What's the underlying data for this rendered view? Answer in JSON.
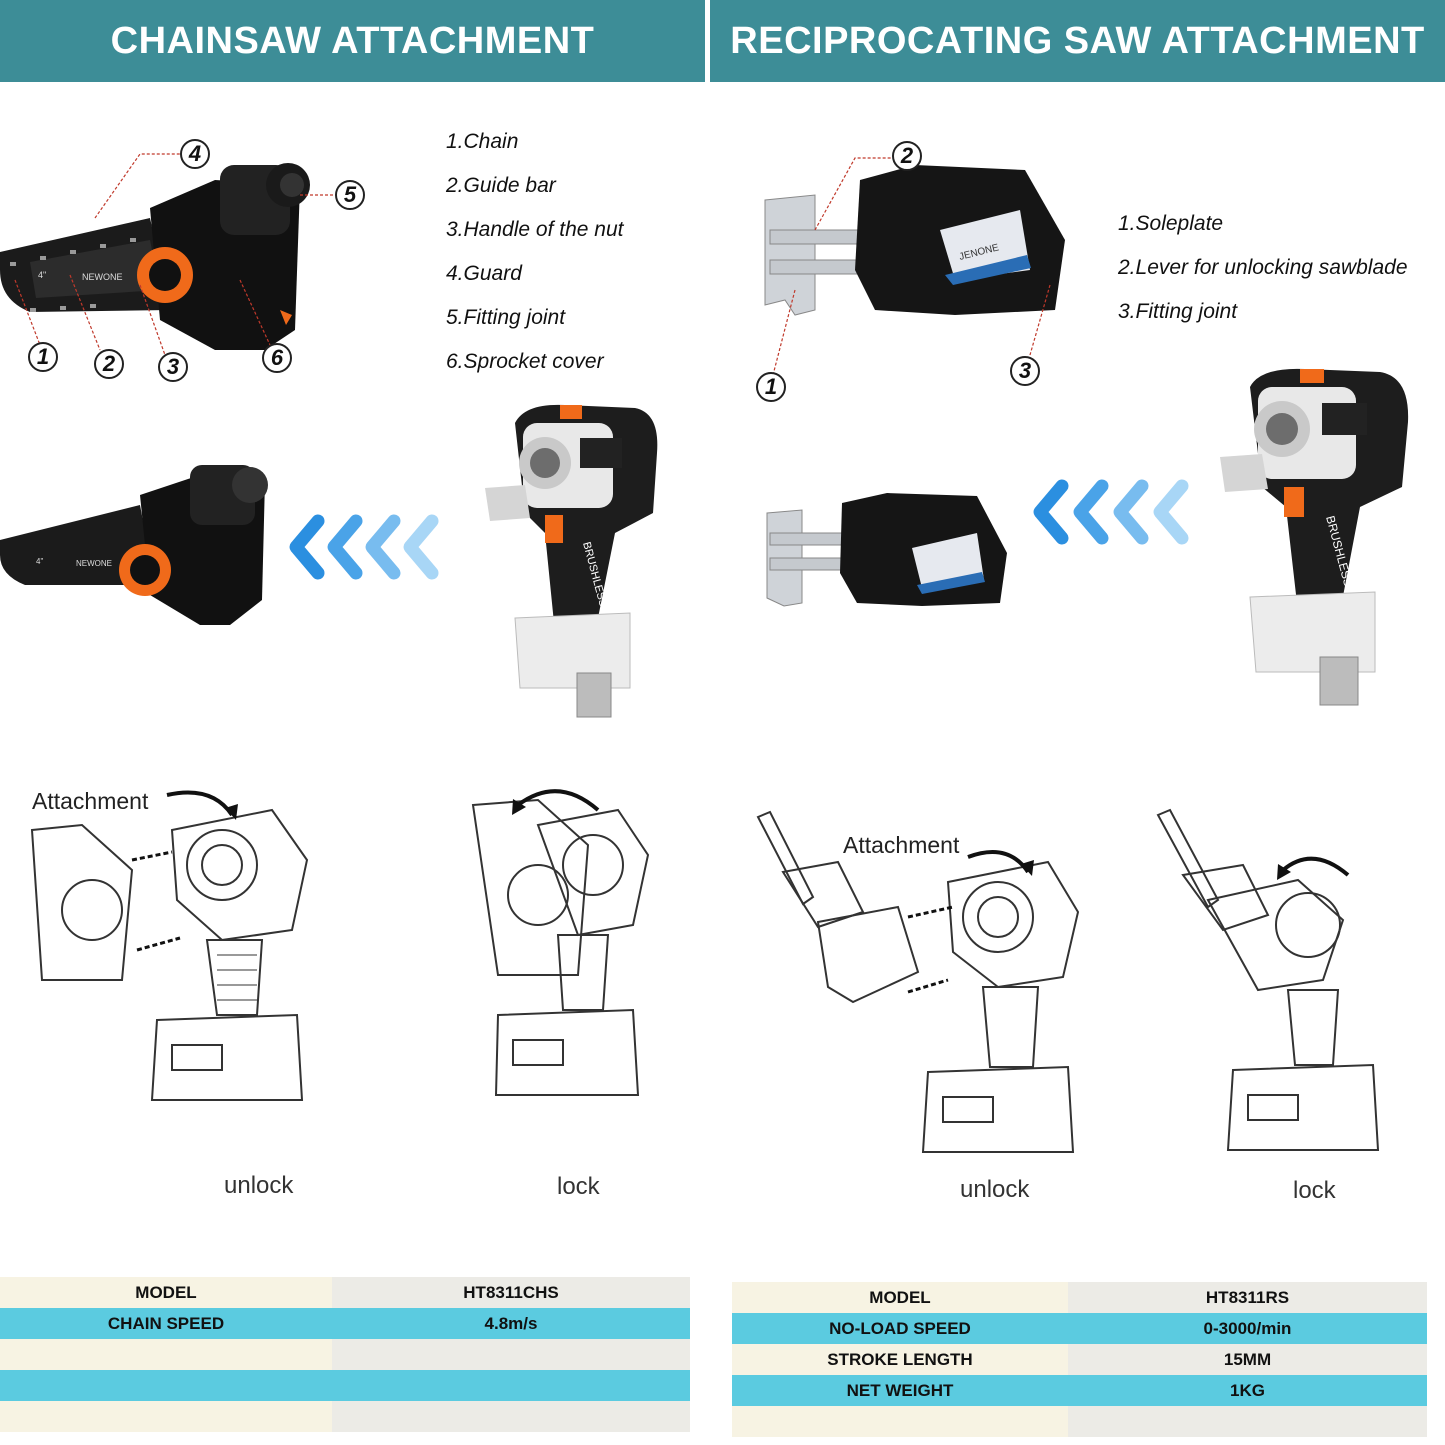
{
  "headers": {
    "left": "CHAINSAW ATTACHMENT",
    "right": "RECIPROCATING SAW ATTACHMENT"
  },
  "chainsaw": {
    "parts": [
      "1.Chain",
      "2.Guide bar",
      "3.Handle of the nut",
      "4.Guard",
      "5.Fitting joint",
      "6.Sprocket cover"
    ],
    "callouts": [
      "1",
      "2",
      "3",
      "4",
      "5",
      "6"
    ],
    "bar_brand": "NEWONE",
    "bar_size": "4\"",
    "body_text": "BRUSHLESS",
    "attachment_label": "Attachment",
    "unlock_label": "unlock",
    "lock_label": "lock"
  },
  "recip": {
    "parts": [
      "1.Soleplate",
      "2.Lever for unlocking sawblade",
      "3.Fitting joint"
    ],
    "callouts": [
      "1",
      "2",
      "3"
    ],
    "body_text": "BRUSHLESS",
    "attachment_label": "Attachment",
    "unlock_label": "unlock",
    "lock_label": "lock"
  },
  "spec_left": {
    "rows": [
      [
        "MODEL",
        "HT8311CHS"
      ],
      [
        "CHAIN SPEED",
        "4.8m/s"
      ],
      [
        "",
        ""
      ],
      [
        "",
        ""
      ],
      [
        "",
        ""
      ]
    ]
  },
  "spec_right": {
    "rows": [
      [
        "MODEL",
        "HT8311RS"
      ],
      [
        "NO-LOAD SPEED",
        "0-3000/min"
      ],
      [
        "STROKE LENGTH",
        "15MM"
      ],
      [
        "NET WEIGHT",
        "1KG"
      ],
      [
        "",
        ""
      ]
    ]
  },
  "colors": {
    "header": "#3d8d97",
    "accent_orange": "#f06a1a",
    "arrow_blue": "#3aa0e8",
    "row_cyan": "#5bcbe0"
  }
}
